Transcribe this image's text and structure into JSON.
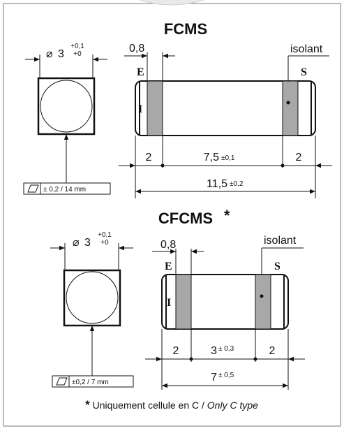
{
  "fcms": {
    "title": "FCMS",
    "diameter_main": "3",
    "tol_plus": "+0,1",
    "tol_zero": "+0",
    "band_width": "0,8",
    "isolant": "isolant",
    "label_e": "E",
    "label_s": "S",
    "label_i": "I",
    "dim_left": "2",
    "dim_mid": "7,5",
    "dim_mid_tol": "±0,1",
    "dim_right": "2",
    "dim_total": "11,5",
    "dim_total_tol": "±0,2",
    "flatness": "± 0,2 / 14 mm"
  },
  "cfcms": {
    "title": "CFCMS",
    "asterisk": "*",
    "diameter_main": "3",
    "tol_plus": "+0,1",
    "tol_zero": "+0",
    "band_width": "0,8",
    "isolant": "isolant",
    "label_e": "E",
    "label_s": "S",
    "label_i": "I",
    "dim_left": "2",
    "dim_mid": "3",
    "dim_mid_tol": "± 0,3",
    "dim_right": "2",
    "dim_total": "7",
    "dim_total_tol": "± 0,5",
    "flatness": "±0,2 / 7 mm"
  },
  "footnote": {
    "star": "*",
    "text_fr": "Uniquement cellule en C / ",
    "text_en": "Only C type"
  }
}
